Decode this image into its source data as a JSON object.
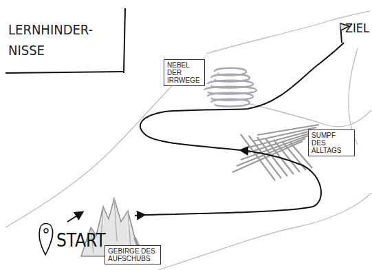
{
  "diagram": {
    "title": "LERNHINDER- NISSE",
    "nodes": [
      {
        "text": [
          "NEBEL DER IRRWEGE"
        ]
      },
      {
        "text": [
          "SUMPF DES ALLTAGS"
        ]
      },
      {
        "text": [
          "GEBIRGE DES AUFSCHUBS"
        ]
      }
    ],
    "labels": [
      "ZIEL",
      "START"
    ]
  }
}
